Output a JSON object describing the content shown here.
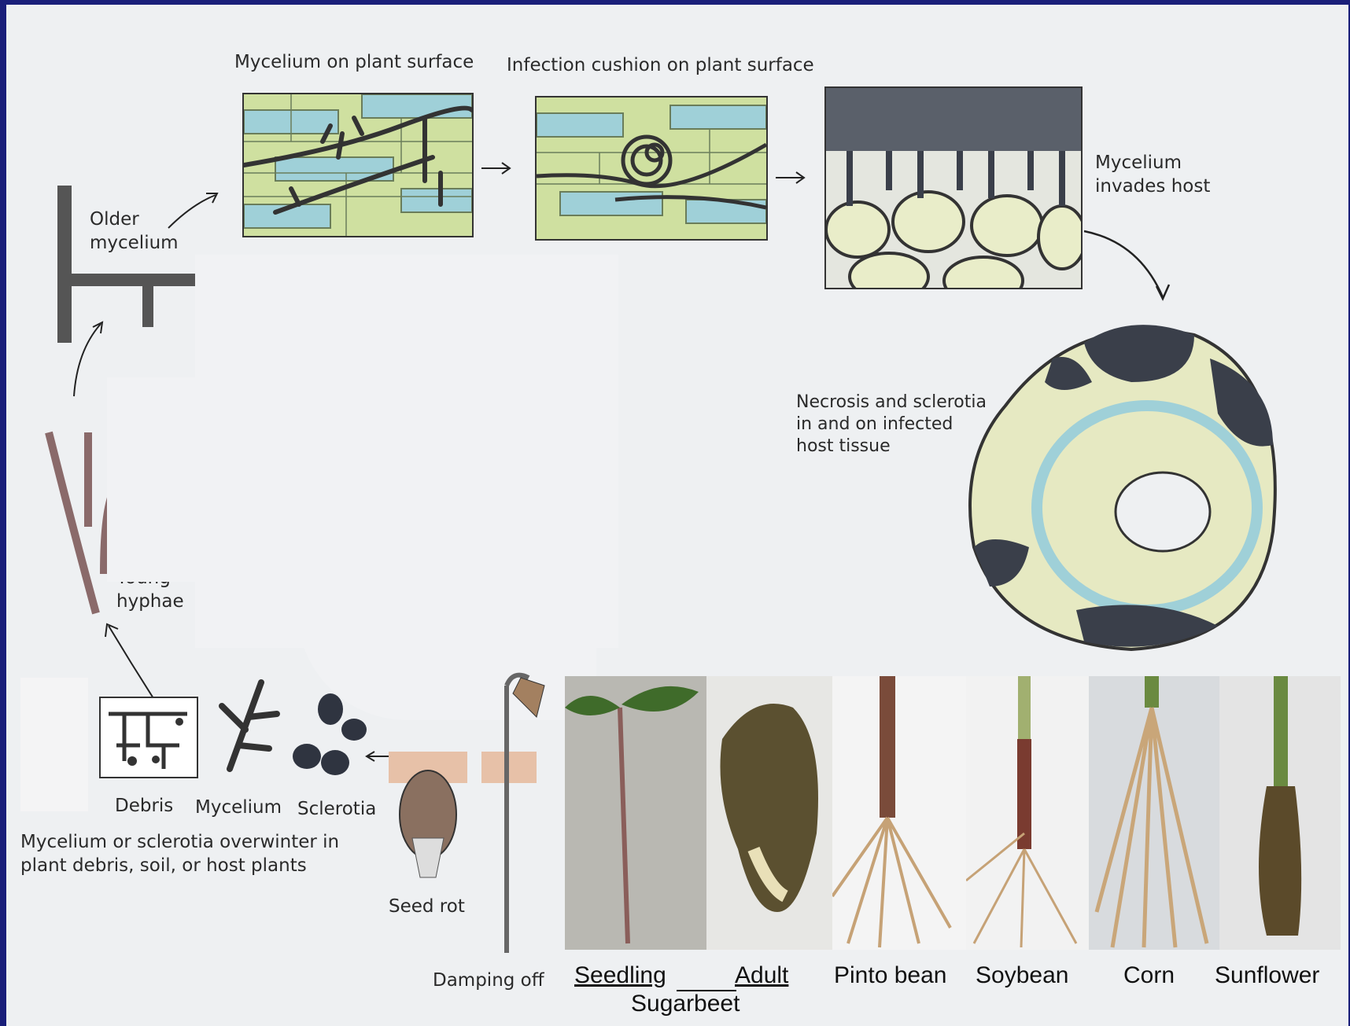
{
  "labels": {
    "mycelium_surface": "Mycelium on plant surface",
    "infection_cushion": "Infection cushion on plant surface",
    "mycelium_invades": "Mycelium\ninvades host",
    "older_mycelium": "Older\nmycelium",
    "necrosis": "Necrosis and sclerotia\nin and on infected\nhost tissue",
    "young_hyphae": "Young\nhyphae",
    "debris": "Debris",
    "mycelium": "Mycelium",
    "sclerotia": "Sclerotia",
    "overwinter": "Mycelium or sclerotia overwinter in\nplant debris, soil, or host plants",
    "seed_rot": "Seed rot",
    "damping_off": "Damping off"
  },
  "photo_captions": {
    "seedling": "Seedling",
    "adult": "Adult",
    "sugarbeet": "Sugarbeet",
    "pinto_bean": "Pinto bean",
    "soybean": "Soybean",
    "corn": "Corn",
    "sunflower": "Sunflower"
  },
  "colors": {
    "background_border": "#1a1f7a",
    "panel": "#eef0f2",
    "cell_green": "#cfe0a0",
    "cell_blue": "#9fd0d8",
    "fungus_dark": "#3a3f4a"
  }
}
